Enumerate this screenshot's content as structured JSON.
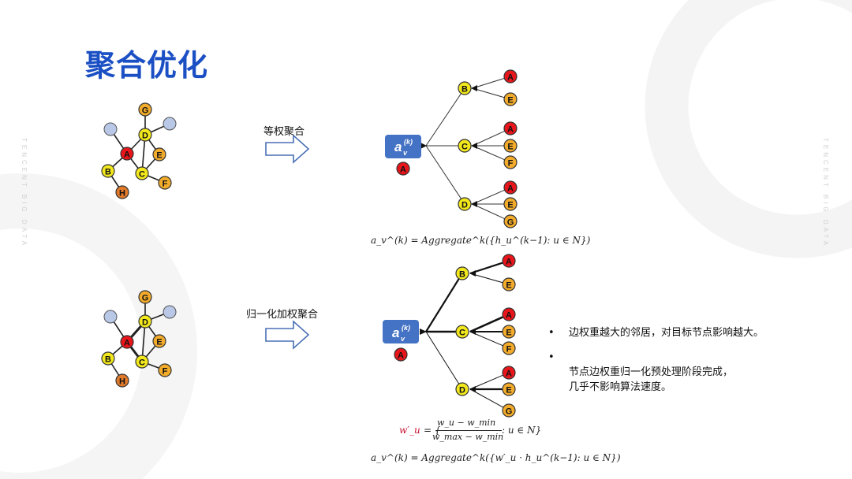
{
  "title": "聚合优化",
  "watermark": "TENCENT BIG DATA",
  "labels": {
    "equal_weight": "等权聚合",
    "normalized_weight": "归一化加权聚合"
  },
  "nodes": {
    "A": "A",
    "B": "B",
    "C": "C",
    "D": "D",
    "E": "E",
    "F": "F",
    "G": "G",
    "H": "H"
  },
  "tree_root_label": "a",
  "tree_root_sup": "(k)",
  "tree_root_sub": "v",
  "formula1": "a_v^(k) = Aggregate^k({h_u^(k−1): u ∈ N})",
  "formula2": {
    "lhs": "w′_u",
    "numerator": "w_u − w_min",
    "denominator": "w_max − w_min",
    "tail": ": u ∈ N}"
  },
  "formula3": "a_v^(k) = Aggregate^k({w′_u · h_u^(k−1): u ∈ N})",
  "bullets": [
    "边权重越大的邻居，对目标节点影响越大。",
    "节点边权重归一化预处理阶段完成，\n几乎不影响算法速度。"
  ],
  "colors": {
    "title": "#1b4fc4",
    "red_node": "#e8151b",
    "yellow_node": "#f2e81c",
    "orange_node": "#f2ab2a",
    "blue_node": "#b8c8e6",
    "root_box": "#4472c4",
    "formula_red": "#c8102e"
  }
}
